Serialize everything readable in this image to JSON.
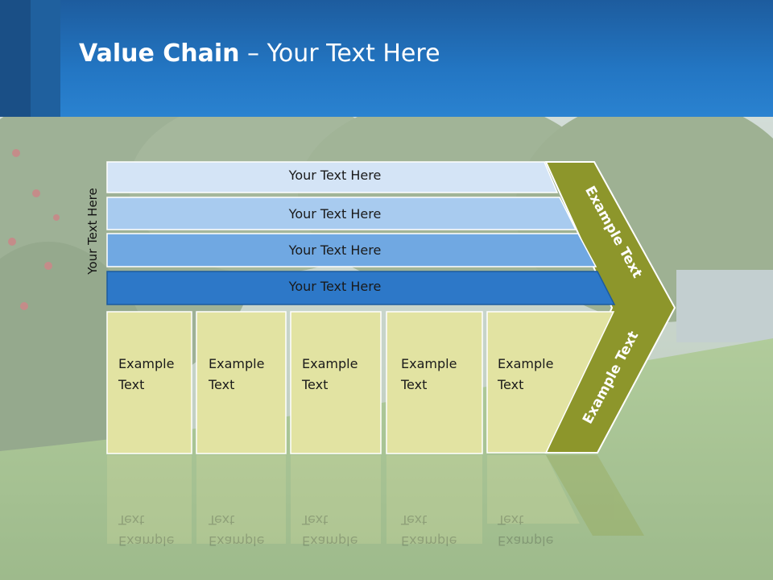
{
  "slide": {
    "title_bold": "Value Chain",
    "title_rest": " – Your Text Here"
  },
  "diagram": {
    "side_label": "Your Text Here",
    "bands": [
      {
        "label": "Your Text Here",
        "color": "#d4e4f6"
      },
      {
        "label": "Your Text Here",
        "color": "#a8cbef"
      },
      {
        "label": "Your Text Here",
        "color": "#70a8e2"
      },
      {
        "label": "Your Text Here",
        "color": "#2d78c8"
      }
    ],
    "boxes": [
      {
        "line1": "Example",
        "line2": "Text"
      },
      {
        "line1": "Example",
        "line2": "Text"
      },
      {
        "line1": "Example",
        "line2": "Text"
      },
      {
        "line1": "Example",
        "line2": "Text"
      },
      {
        "line1": "Example",
        "line2": "Text"
      }
    ],
    "box_color": "#e2e3a2",
    "chevron_color": "#8d962b",
    "chevron_top_label": "Example Text",
    "chevron_bottom_label": "Example Text"
  }
}
